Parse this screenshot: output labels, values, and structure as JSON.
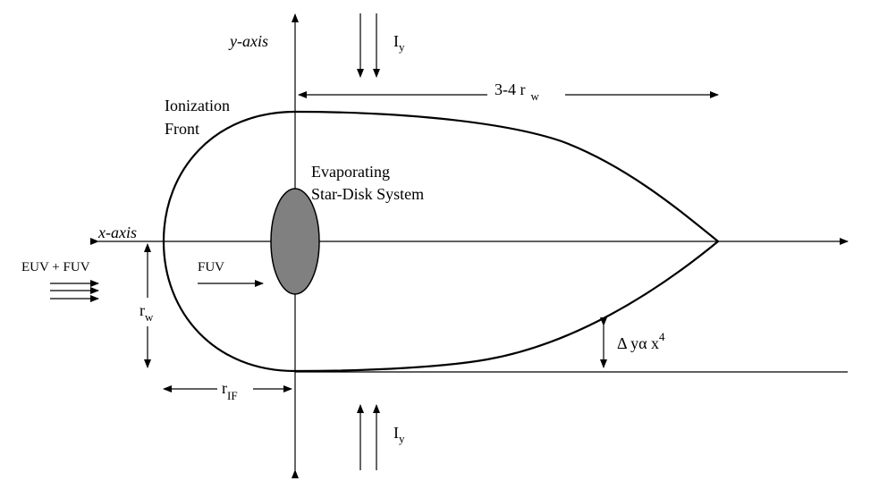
{
  "diagram": {
    "y_axis_label": "y-axis",
    "x_axis_label": "x-axis",
    "ionization_front_line1": "Ionization",
    "ionization_front_line2": "Front",
    "star_disk_line1": "Evaporating",
    "star_disk_line2": "Star-Disk System",
    "iy_top_main": "I",
    "iy_top_sub": "y",
    "iy_bottom_main": "I",
    "iy_bottom_sub": "y",
    "length_main": "3-4 r",
    "length_sub": "w",
    "euv_fuv": "EUV + FUV",
    "fuv": "FUV",
    "rw_main": "r",
    "rw_sub": "w",
    "rif_main": "r",
    "rif_sub": "IF",
    "delta_main": "Δ yα x",
    "delta_sup": "4"
  },
  "colors": {
    "disk_fill": "#808080",
    "stroke": "#000000"
  }
}
